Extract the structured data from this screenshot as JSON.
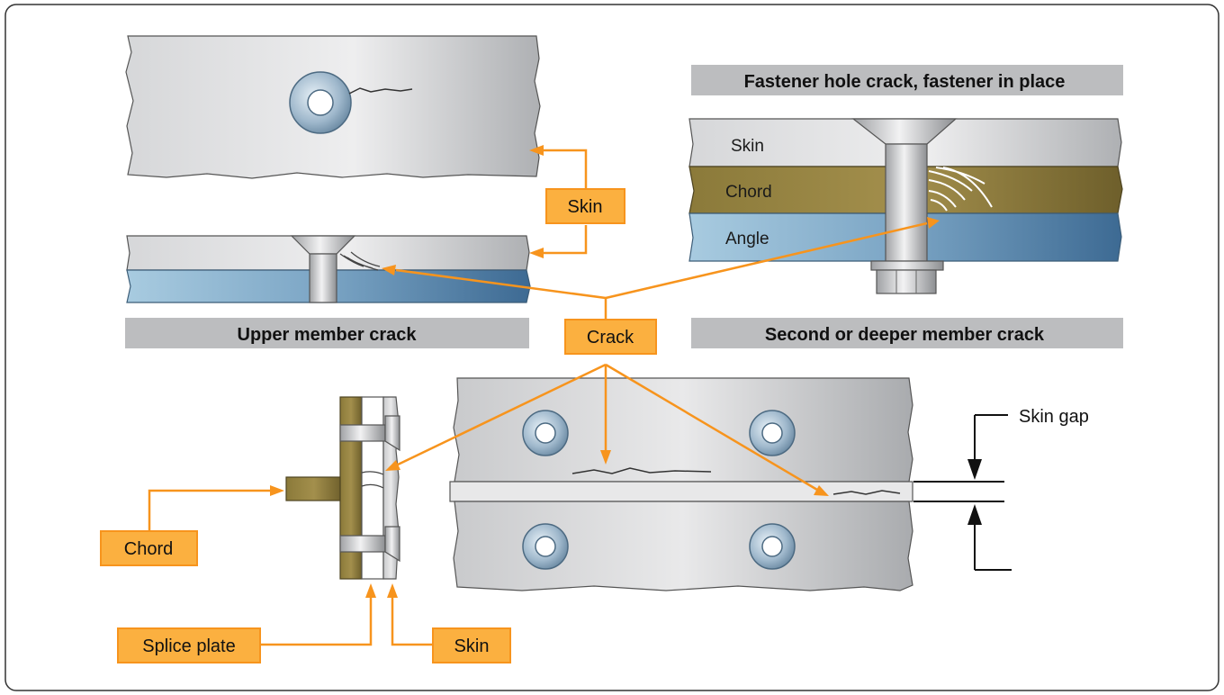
{
  "titles": {
    "fastener_hole": "Fastener hole crack, fastener in place",
    "upper_member": "Upper member crack",
    "second_member": "Second or deeper member crack"
  },
  "layers": {
    "skin": "Skin",
    "chord": "Chord",
    "angle": "Angle"
  },
  "callouts": {
    "skin_top": "Skin",
    "crack": "Crack",
    "chord": "Chord",
    "splice_plate": "Splice plate",
    "skin_bottom": "Skin"
  },
  "annotations": {
    "skin_gap": "Skin gap"
  },
  "colors": {
    "callout_fill": "#fbb040",
    "callout_line": "#f7941d",
    "title_bar": "#bcbdbf",
    "metal": "#c9cacc",
    "chord": "#8a7a3e",
    "angle": "#7da3c0"
  }
}
